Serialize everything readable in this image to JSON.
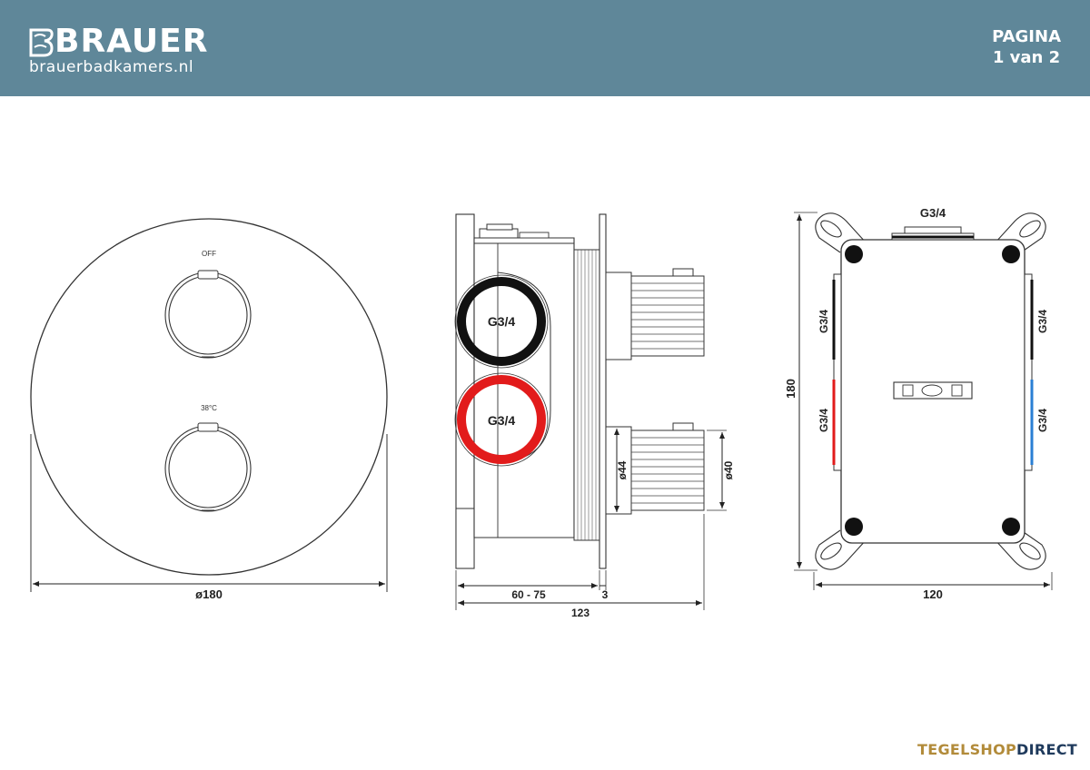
{
  "header": {
    "brand": "BRAUER",
    "site": "brauerbadkamers.nl",
    "page_label": "PAGINA",
    "page_count": "1 van 2",
    "background_color": "#5f8799"
  },
  "front_view": {
    "label_off": "OFF",
    "label_temp": "38°C",
    "dim_diameter": "ø180"
  },
  "side_view": {
    "inlet_upper": "G3/4",
    "inlet_lower": "G3/4",
    "dim_wall_depth": "60 - 75",
    "dim_plate": "3",
    "dim_total": "123",
    "dim_knob_outer": "ø44",
    "dim_knob_inner": "ø40",
    "cold_ring_color": "#111111",
    "hot_ring_color": "#e21b1b"
  },
  "back_view": {
    "port_top": "G3/4",
    "port_left_upper": "G3/4",
    "port_left_lower": "G3/4",
    "port_right_upper": "G3/4",
    "port_right_lower": "G3/4",
    "dim_height": "180",
    "dim_width": "120",
    "hot_color": "#e21b1b",
    "cold_color": "#2a7fd4"
  },
  "footer": {
    "logo_part1": "TEGELSHOP",
    "logo_part2": "DIRECT"
  }
}
